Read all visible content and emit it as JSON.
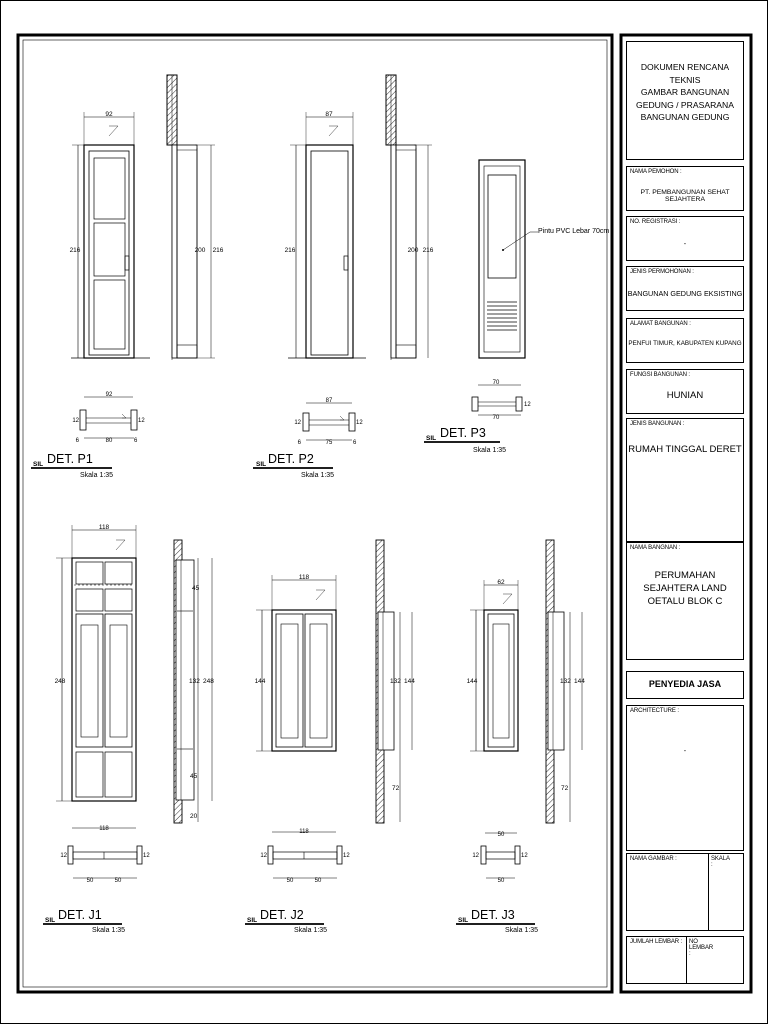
{
  "title_block": {
    "title_lines": [
      "DOKUMEN RENCANA TEKNIS",
      "GAMBAR BANGUNAN",
      "GEDUNG / PRASARANA",
      "BANGUNAN GEDUNG"
    ],
    "nama_pemohon_label": "NAMA PEMOHON :",
    "nama_pemohon": "PT. PEMBANGUNAN SEHAT SEJAHTERA",
    "no_registrasi_label": "NO. REGISTRASI :",
    "no_registrasi": "-",
    "jenis_permohonan_label": "JENIS PERMOHONAN :",
    "jenis_permohonan": "BANGUNAN GEDUNG EKSISTING",
    "alamat_label": "ALAMAT BANGUNAN :",
    "alamat": "PENFUI TIMUR, KABUPATEN KUPANG",
    "fungsi_label": "FUNGSI BANGUNAN :",
    "fungsi": "HUNIAN",
    "jenis_bangunan_label": "JENIS BANGUNAN :",
    "jenis_bangunan": "RUMAH TINGGAL DERET",
    "nama_bangunan_label": "NAMA BANGNAN :",
    "nama_bangunan_lines": [
      "PERUMAHAN SEJAHTERA LAND",
      "OETALU BLOK C"
    ],
    "penyedia_jasa": "PENYEDIA JASA",
    "architecture_label": "ARCHITECTURE :",
    "architecture": "-",
    "nama_gambar_label": "NAMA GAMBAR :",
    "skala_label": "SKALA :",
    "jumlah_lembar_label": "JUMLAH LEMBAR :",
    "no_lembar_label": "NO LEMBAR :"
  },
  "details": {
    "P1": {
      "label": "DET. P1",
      "scale": "Skala 1:35",
      "w": "92",
      "h": "216",
      "h2": "200",
      "h3": "216",
      "plan_w": "92",
      "plan_a": "80",
      "plan_e": "6",
      "plan_s": "12"
    },
    "P2": {
      "label": "DET. P2",
      "scale": "Skala 1:35",
      "w": "87",
      "h": "216",
      "h2": "200",
      "h3": "216",
      "plan_w": "87",
      "plan_a": "75",
      "plan_e": "6",
      "plan_s": "12"
    },
    "P3": {
      "label": "DET. P3",
      "scale": "Skala 1:35",
      "note": "Pintu PVC Lebar 70cm",
      "plan_w": "70",
      "plan_a": "70",
      "plan_s": "12"
    },
    "J1": {
      "label": "DET. J1",
      "scale": "Skala 1:35",
      "w": "118",
      "h": "248",
      "h2": "45",
      "h3": "132",
      "h4": "248",
      "h5": "45",
      "h6": "20",
      "plan_w": "118",
      "plan_a": "50",
      "plan_b": "50",
      "plan_s": "12"
    },
    "J2": {
      "label": "DET. J2",
      "scale": "Skala 1:35",
      "w": "118",
      "h": "144",
      "h2": "132",
      "h3": "144",
      "h4": "72",
      "plan_w": "118",
      "plan_a": "50",
      "plan_b": "50",
      "plan_s": "12"
    },
    "J3": {
      "label": "DET. J3",
      "scale": "Skala 1:35",
      "w": "62",
      "h": "144",
      "h2": "132",
      "h3": "144",
      "h4": "72",
      "plan_w": "50",
      "plan_a": "50",
      "plan_s": "12"
    }
  },
  "sill_mark": "SIL"
}
